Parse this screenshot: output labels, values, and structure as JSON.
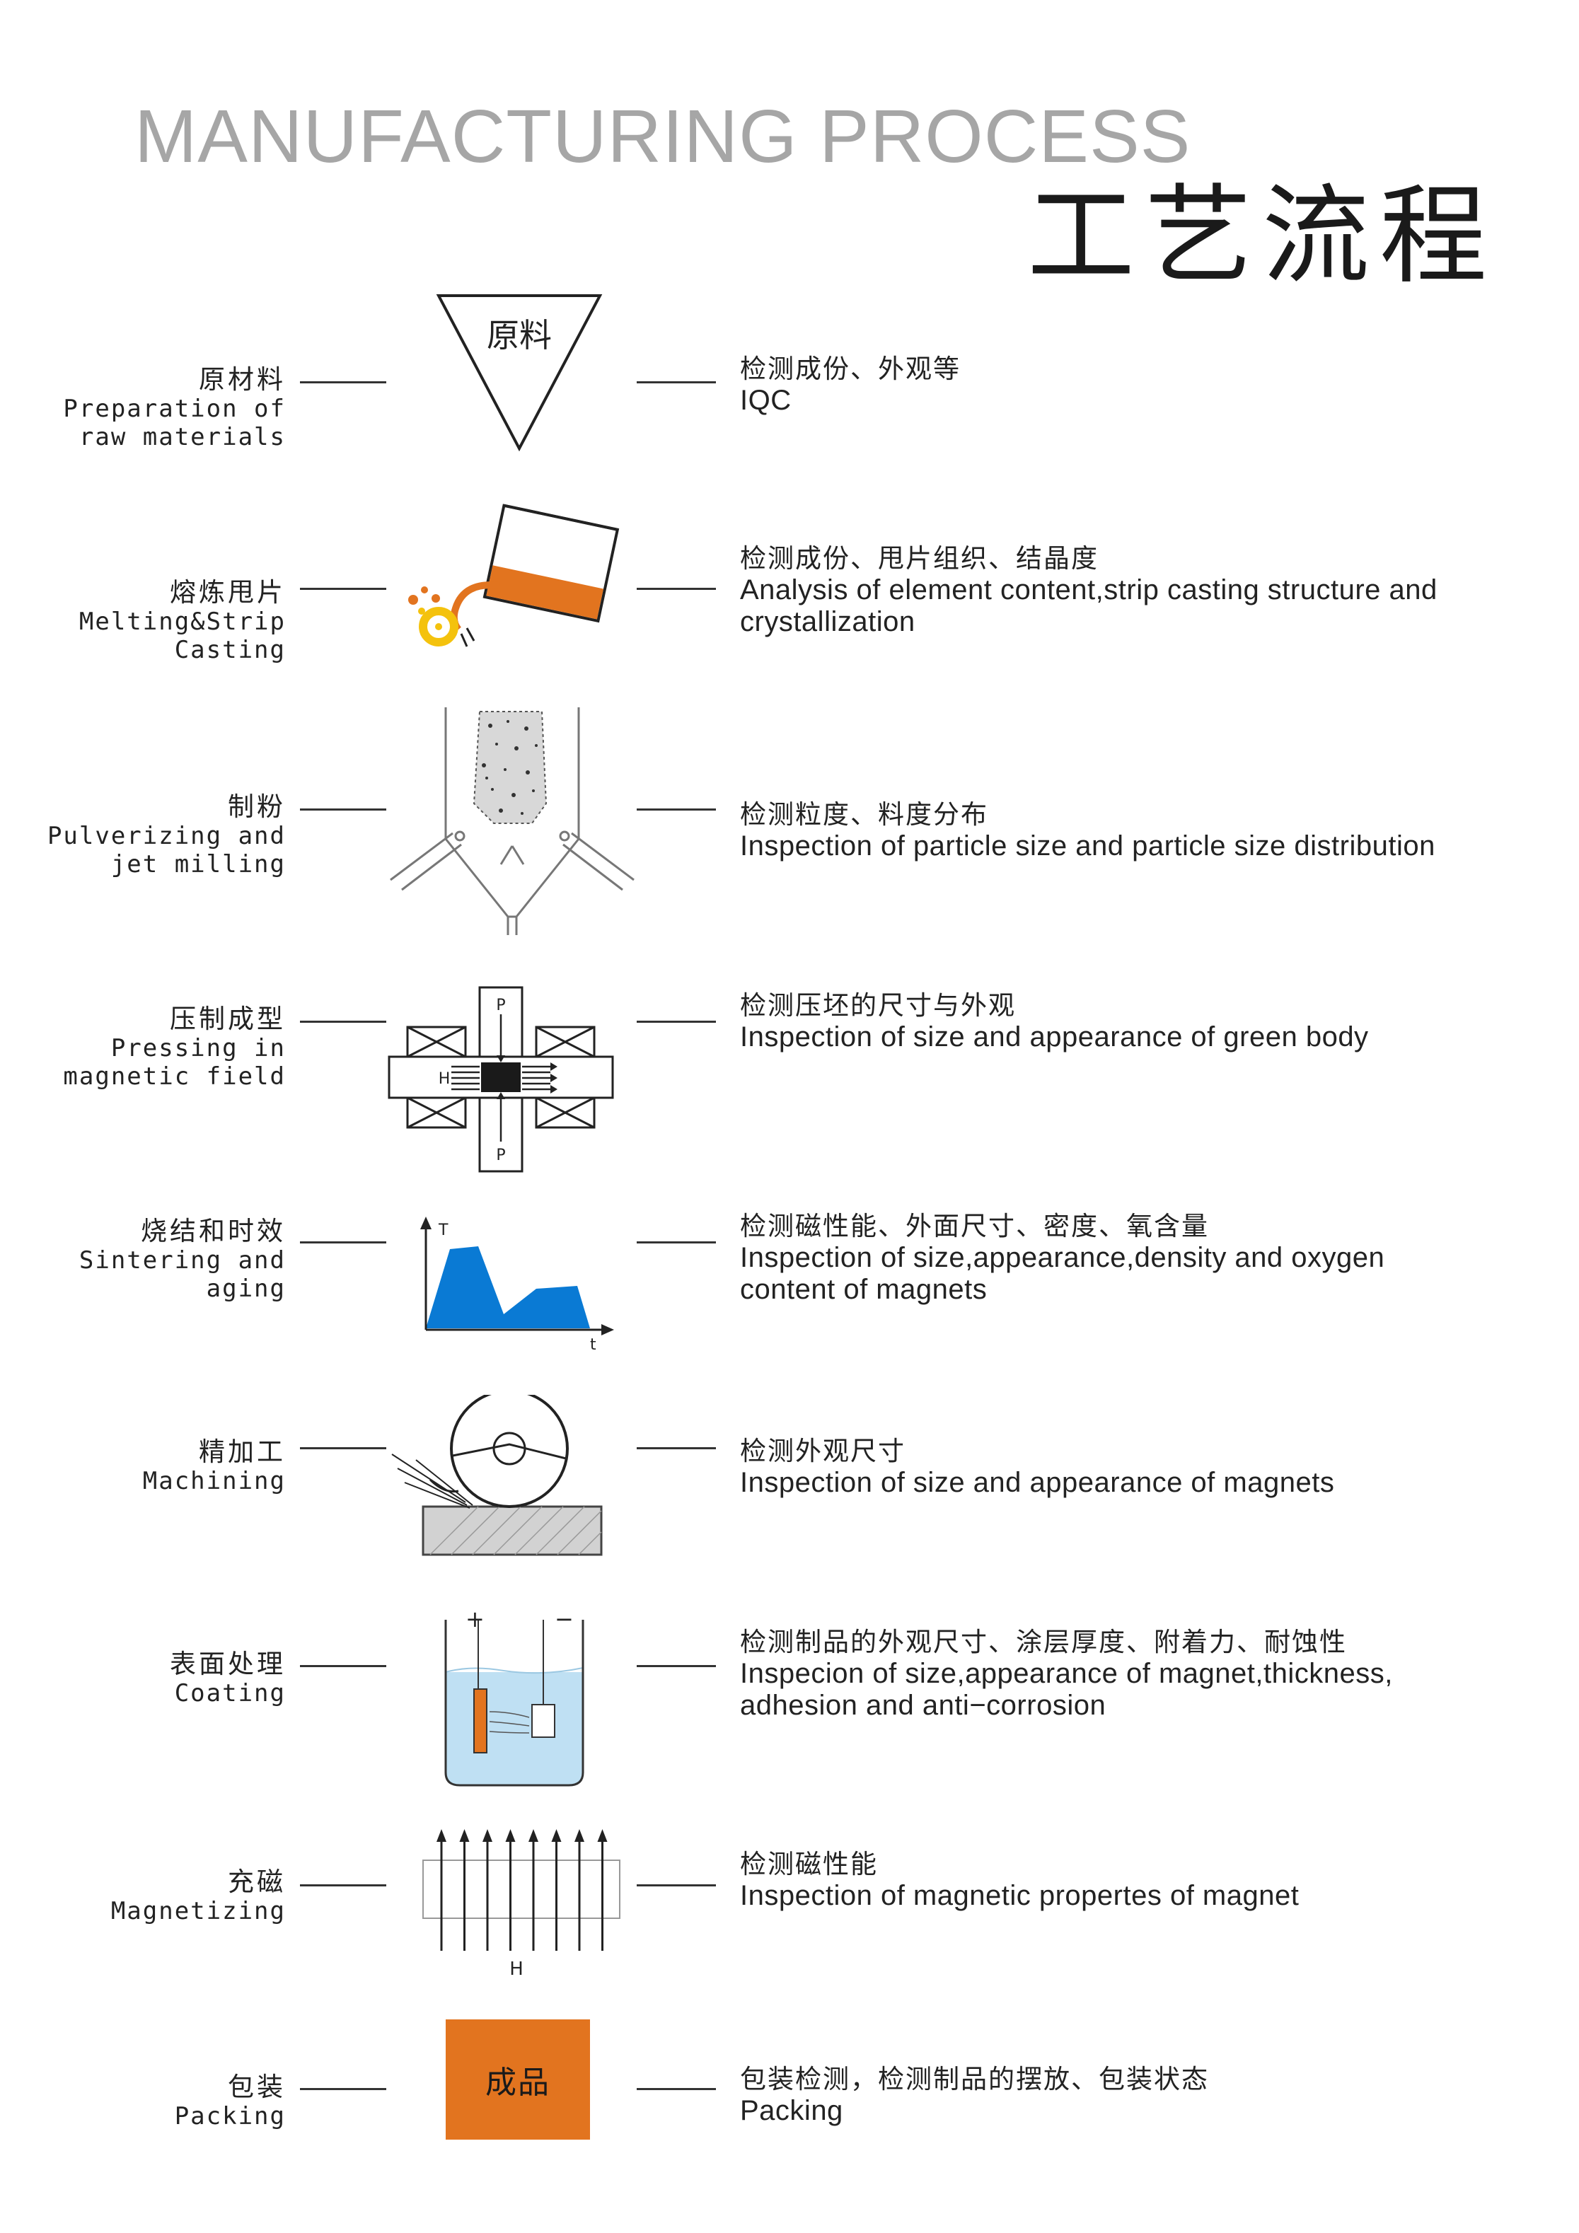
{
  "title_en": "MANUFACTURING PROCESS",
  "title_zh": "工艺流程",
  "colors": {
    "orange": "#e2741f",
    "blue": "#0a7ad4",
    "light_blue": "#bfe0f3",
    "yellow": "#f4c20d",
    "title_grey": "#a6a6a6"
  },
  "diagram_labels": {
    "raw_material": "原料",
    "pressure": "P",
    "field": "H",
    "temperature_axis": "T",
    "time_axis": "t",
    "plus": "+",
    "minus": "−",
    "magnet_field": "H",
    "finished": "成品"
  },
  "steps": [
    {
      "left_zh": "原材料",
      "left_en": [
        "Preparation of",
        "raw materials"
      ],
      "right_zh": "检测成份、外观等",
      "right_en": [
        "IQC"
      ]
    },
    {
      "left_zh": "熔炼甩片",
      "left_en": [
        "Melting&Strip",
        "Casting"
      ],
      "right_zh": "检测成份、甩片组织、结晶度",
      "right_en": [
        "Analysis of element content,strip casting structure and",
        "crystallization"
      ]
    },
    {
      "left_zh": "制粉",
      "left_en": [
        "Pulverizing and",
        "jet milling"
      ],
      "right_zh": "检测粒度、料度分布",
      "right_en": [
        "Inspection of particle size and particle size distribution"
      ]
    },
    {
      "left_zh": "压制成型",
      "left_en": [
        "Pressing in",
        "magnetic field"
      ],
      "right_zh": "检测压坯的尺寸与外观",
      "right_en": [
        "Inspection of size and appearance of green body"
      ]
    },
    {
      "left_zh": "烧结和时效",
      "left_en": [
        "Sintering and",
        "aging"
      ],
      "right_zh": "检测磁性能、外面尺寸、密度、氧含量",
      "right_en": [
        "Inspection of size,appearance,density and oxygen",
        " content of magnets"
      ]
    },
    {
      "left_zh": "精加工",
      "left_en": [
        "Machining"
      ],
      "right_zh": "检测外观尺寸",
      "right_en": [
        "Inspection of size and appearance of magnets"
      ]
    },
    {
      "left_zh": "表面处理",
      "left_en": [
        "Coating"
      ],
      "right_zh": "检测制品的外观尺寸、涂层厚度、附着力、耐蚀性",
      "right_en": [
        "Inspecion of size,appearance of magnet,thickness,",
        "adhesion and anti−corrosion"
      ]
    },
    {
      "left_zh": "充磁",
      "left_en": [
        "Magnetizing"
      ],
      "right_zh": "检测磁性能",
      "right_en": [
        "Inspection of magnetic propertes of magnet"
      ]
    },
    {
      "left_zh": "包装",
      "left_en": [
        "Packing"
      ],
      "right_zh": "包装检测，检测制品的摆放、包装状态",
      "right_en": [
        "Packing"
      ]
    }
  ]
}
